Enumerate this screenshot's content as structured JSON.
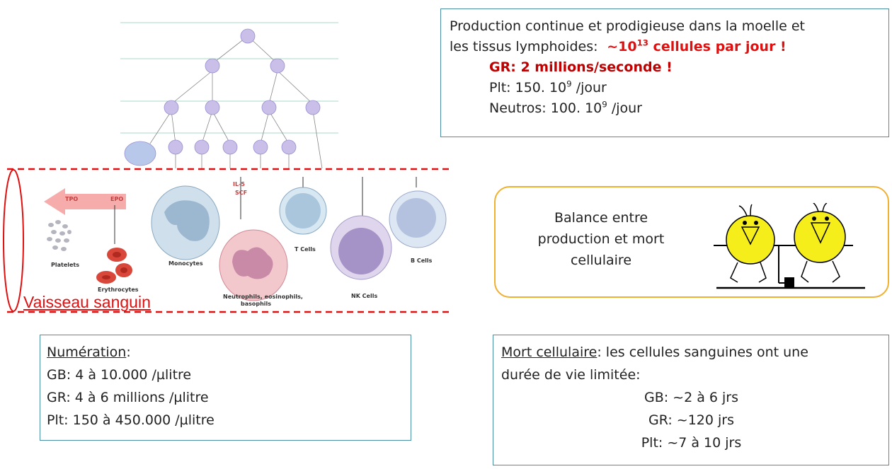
{
  "production": {
    "line1": "Production continue et prodigieuse dans la moelle et",
    "line2_prefix": "les tissus lymphoides:",
    "line2_highlight_pre": "~10",
    "line2_highlight_exp": "13",
    "line2_highlight_post": " cellules par jour !",
    "gr_rate": "GR: 2 millions/seconde !",
    "plt_pre": "Plt: 150. 10",
    "plt_exp": "9",
    "plt_post": " /jour",
    "neutros_pre": "Neutros: 100. 10",
    "neutros_exp": "9",
    "neutros_post": " /jour"
  },
  "balance": {
    "line1": "Balance entre",
    "line2": "production et mort",
    "line3": "cellulaire"
  },
  "numeration": {
    "title": "Numération",
    "title_suffix": ":",
    "gb": "GB: 4 à 10.000 /µlitre",
    "gr": "GR: 4 à 6 millions /µlitre",
    "plt": "Plt: 150 à 450.000 /µlitre"
  },
  "mort": {
    "title": "Mort cellulaire",
    "rest": ": les cellules sanguines ont une",
    "line2": "durée de vie limitée:",
    "gb": "GB: ~2 à 6 jrs",
    "gr": "GR: ~120 jrs",
    "plt": "Plt: ~7 à 10 jrs"
  },
  "vessel_label": "Vaisseau sanguin",
  "cell_labels": {
    "platelets": "Platelets",
    "erythrocytes": "Erythrocytes",
    "monocytes": "Monocytes",
    "neutrophils_line1": "Neutrophils, eosinophils,",
    "neutrophils_line2": "basophils",
    "tcells": "T Cells",
    "nkcells": "NK Cells",
    "bcells": "B Cells",
    "tpo": "TPO",
    "epo": "EPO",
    "il5": "IL-5",
    "scf": "SCF"
  },
  "colors": {
    "box_border": "#4a8fa3",
    "highlight_red": "#c00000",
    "vessel_red": "#e01010",
    "balance_border": "#f0b030",
    "chick_yellow": "#f5ee1a"
  }
}
